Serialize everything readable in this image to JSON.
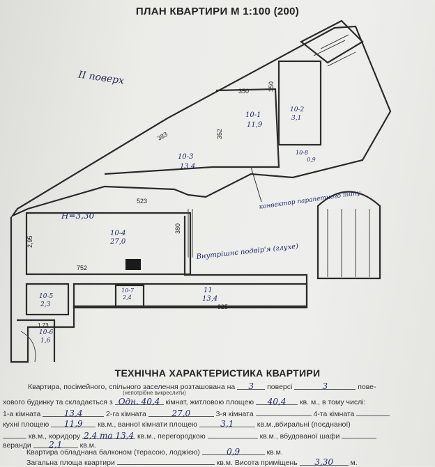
{
  "title": "ПЛАН КВАРТИРИ М 1:100 (200)",
  "floor_label": "II поверх",
  "plan": {
    "rooms": [
      {
        "id": "10-1",
        "area": "11,9"
      },
      {
        "id": "10-2",
        "area": "3,1"
      },
      {
        "id": "10-3",
        "area": "13,4"
      },
      {
        "id": "10-4",
        "area": "27,0"
      },
      {
        "id": "10-5",
        "area": "2,3"
      },
      {
        "id": "10-6",
        "area": "1,6"
      },
      {
        "id": "10-7",
        "area": "2,4"
      },
      {
        "id": "10-8",
        "area": "0,9"
      },
      {
        "id": "11",
        "area": "13,4"
      }
    ],
    "dims": [
      "350",
      "350",
      "383",
      "352",
      "523",
      "380",
      "752",
      "825",
      "2,95",
      "1,73"
    ],
    "height_note": "H=3,30",
    "convector_note": "конвектор парапетного типу",
    "courtyard_note": "Внутрішнє подвір'я (глухе)"
  },
  "heading": "ТЕХНІЧНА ХАРАКТЕРИСТИКА КВАРТИРИ",
  "form": {
    "l1_a": "Квартира, посімейного, спільного заселення розташована на",
    "l1_floor": "3",
    "l1_b": "поверсі",
    "l1_floors": "3",
    "l1_c": "пове-",
    "l1_note": "(непотрібне викреслити)",
    "l2_a": "хового будинку та складається з",
    "l2_rooms": "Одн. 40,4",
    "l2_b": "кімнат, житловою площею",
    "l2_living": "40,4",
    "l2_c": "кв. м., в тому числі:",
    "l3_r1": "1-а кімната",
    "l3_v1": "13,4",
    "l3_r2": "2-га кімната",
    "l3_v2": "27,0",
    "l3_r3": "3-я кімната",
    "l3_r4": "4-та кімната",
    "l4_a": "кухні площею",
    "l4_kitchen": "11,9",
    "l4_b": "кв.м., ванної кімнати площею",
    "l4_bath": "3,1",
    "l4_c": "кв.м.,вбиральні (поєднаної)",
    "l5_a": "кв.м., коридору",
    "l5_corr": "2,4 та 13,4",
    "l5_b": "кв.м., перегородкою",
    "l5_c": "кв.м., вбудованої шафи",
    "l6_a": "веранди",
    "l6_v": "2,1",
    "l6_b": "кв.м.",
    "l7_a": "Квартира обладнана балконом (терасою, лоджією)",
    "l7_v": "0,9",
    "l7_b": "кв.м.",
    "l8_a": "Загальна площа квартири",
    "l8_b": "кв.м. Висота приміщень",
    "l8_h": "3,30",
    "l8_c": "м."
  }
}
